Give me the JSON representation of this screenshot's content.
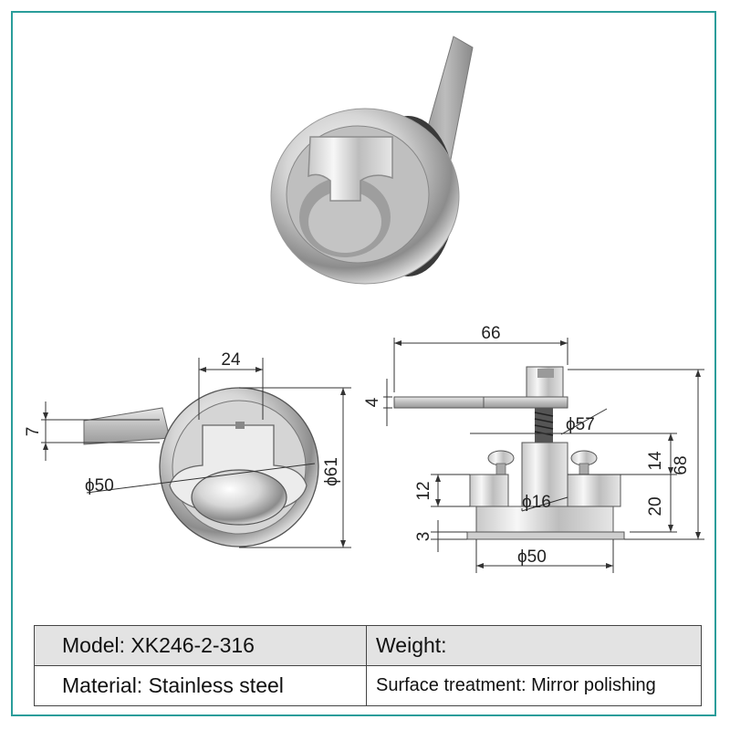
{
  "dimensions": {
    "front": {
      "width_top": "24",
      "handle_thickness": "7",
      "inner_diameter": "ϕ50",
      "outer_diameter": "ϕ61"
    },
    "side": {
      "handle_length": "66",
      "handle_thickness": "4",
      "stud_diameter": "ϕ57",
      "height_upper": "14",
      "height_total": "68",
      "body_height_left": "12",
      "inner_diameter": "ϕ16",
      "body_height_right": "20",
      "flange_thickness": "3",
      "flange_diameter": "ϕ50"
    }
  },
  "specs": {
    "model": "Model: XK246-2-316",
    "weight": "Weight:",
    "material": "Material: Stainless steel",
    "surface": "Surface treatment: Mirror polishing"
  },
  "colors": {
    "frame": "#2a9d9a",
    "header_row": "#e3e3e3"
  }
}
